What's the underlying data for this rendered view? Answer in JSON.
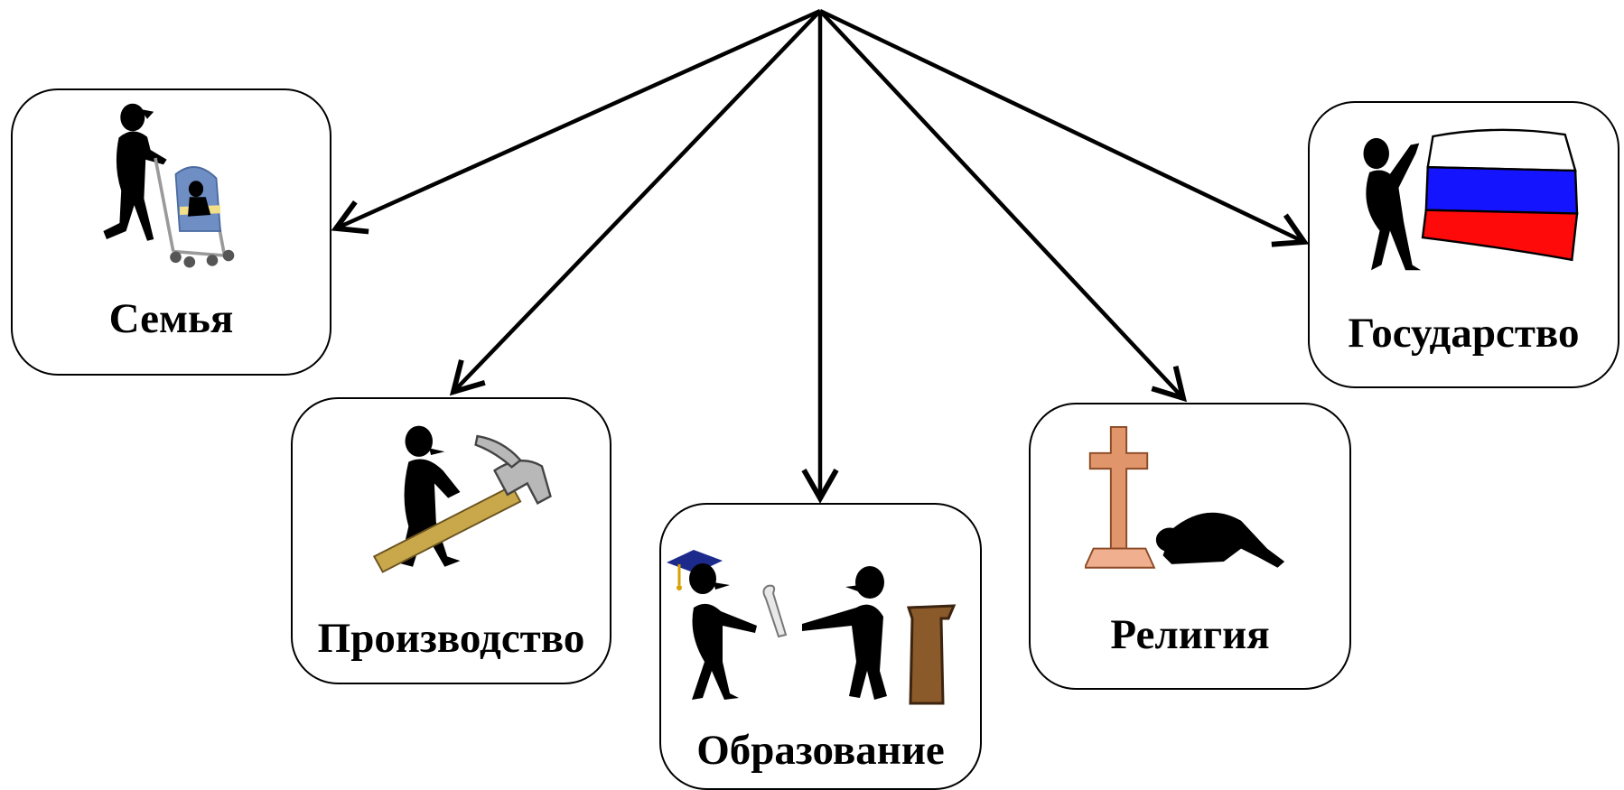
{
  "nodes": [
    {
      "id": "family",
      "label": "Семья",
      "icon": "parent-with-stroller-icon"
    },
    {
      "id": "production",
      "label": "Производство",
      "icon": "worker-with-hammer-icon"
    },
    {
      "id": "education",
      "label": "Образование",
      "icon": "graduation-diploma-icon"
    },
    {
      "id": "religion",
      "label": "Религия",
      "icon": "praying-at-cross-icon"
    },
    {
      "id": "state",
      "label": "Государство",
      "icon": "person-with-russian-flag-icon"
    }
  ],
  "colors": {
    "stroller": "#6f8fc4",
    "hammer_handle": "#c8a84a",
    "hammer_head": "#b8b8b8",
    "mortarboard": "#1c2a8c",
    "lectern": "#8b5a2b",
    "cross": "#e0956a",
    "flag_white": "#ffffff",
    "flag_blue": "#1414ff",
    "flag_red": "#ff0a0a"
  }
}
